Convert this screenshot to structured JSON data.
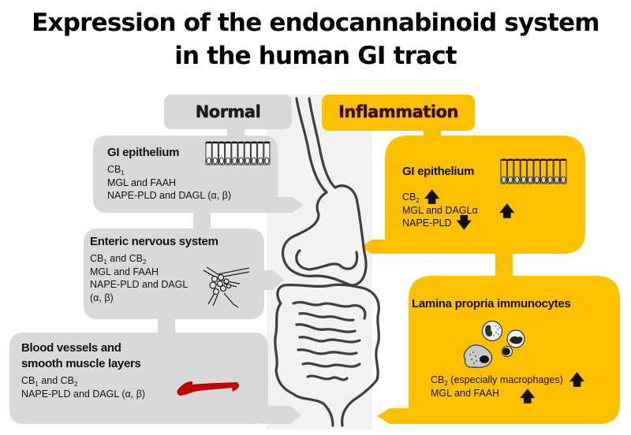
{
  "title": {
    "line1": "Expression of the endocannabinoid system",
    "line2": "in the human GI tract"
  },
  "colors": {
    "normal_fill": "#d9d9d9",
    "inflammation_fill": "#ffc000",
    "background_panel": "#f2f2f2",
    "gut_outline": "#3f3f3f",
    "blood_vessel": "#c00000"
  },
  "normal": {
    "tab_label": "Normal",
    "boxes": [
      {
        "heading": "GI epithelium",
        "icon": "epithelium-cells-icon",
        "lines": [
          {
            "text": "CB",
            "sub": "1",
            "rest": ""
          },
          {
            "text": "MGL and FAAH"
          },
          {
            "text": "NAPE-PLD and DAGL (α, β)"
          }
        ]
      },
      {
        "heading": "Enteric nervous system",
        "icon": "neuron-plexus-icon",
        "lines": [
          {
            "text": "CB",
            "sub": "1",
            "rest": " and CB",
            "sub2": "2"
          },
          {
            "text": "MGL and FAAH"
          },
          {
            "text": "NAPE-PLD and DAGL"
          },
          {
            "text": "(α, β)"
          }
        ]
      },
      {
        "heading_line1": "Blood vessels and",
        "heading_line2": "smooth muscle layers",
        "icon": "blood-vessel-icon",
        "lines": [
          {
            "text": "CB",
            "sub": "1",
            "rest": " and CB",
            "sub2": "2"
          },
          {
            "text": "NAPE-PLD and DAGL (α, β)"
          }
        ]
      }
    ]
  },
  "inflammation": {
    "tab_label": "Inflammation",
    "boxes": [
      {
        "heading": "GI epithelium",
        "icon": "epithelium-cells-icon",
        "lines": [
          {
            "text": "CB",
            "sub": "2",
            "trend": "up"
          },
          {
            "text": "MGL and DAGLα",
            "trend": "up"
          },
          {
            "text": "NAPE-PLD",
            "trend": "down"
          }
        ]
      },
      {
        "heading": "Lamina propria immunocytes",
        "icon": "immune-cells-icon",
        "lines": [
          {
            "text": "CB",
            "sub": "2",
            "rest": " (especially macrophages)",
            "trend": "up"
          },
          {
            "text": "MGL and FAAH",
            "trend": "up"
          }
        ]
      }
    ]
  },
  "glyphs": {
    "up": "🡅",
    "down": "🡇"
  }
}
